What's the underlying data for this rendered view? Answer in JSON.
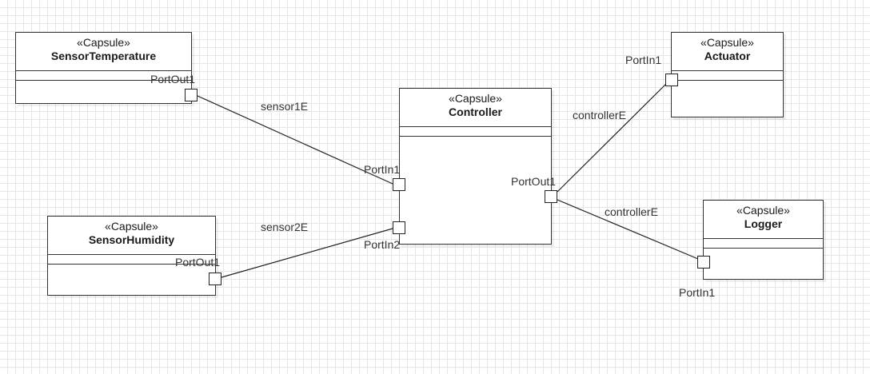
{
  "capsules": [
    {
      "id": "sensor-temperature",
      "stereotype": "«Capsule»",
      "name": "SensorTemperature"
    },
    {
      "id": "sensor-humidity",
      "stereotype": "«Capsule»",
      "name": "SensorHumidity"
    },
    {
      "id": "controller",
      "stereotype": "«Capsule»",
      "name": "Controller"
    },
    {
      "id": "actuator",
      "stereotype": "«Capsule»",
      "name": "Actuator"
    },
    {
      "id": "logger",
      "stereotype": "«Capsule»",
      "name": "Logger"
    }
  ],
  "ports": {
    "sensor_temperature_out": "PortOut1",
    "sensor_humidity_out": "PortOut1",
    "controller_in1": "PortIn1",
    "controller_in2": "PortIn2",
    "controller_out1": "PortOut1",
    "actuator_in": "PortIn1",
    "logger_in": "PortIn1"
  },
  "connectors": [
    {
      "from": "SensorTemperature.PortOut1",
      "to": "Controller.PortIn1",
      "label": "sensor1E"
    },
    {
      "from": "SensorHumidity.PortOut1",
      "to": "Controller.PortIn2",
      "label": "sensor2E"
    },
    {
      "from": "Controller.PortOut1",
      "to": "Actuator.PortIn1",
      "label": "controllerE"
    },
    {
      "from": "Controller.PortOut1",
      "to": "Logger.PortIn1",
      "label": "controllerE"
    }
  ]
}
